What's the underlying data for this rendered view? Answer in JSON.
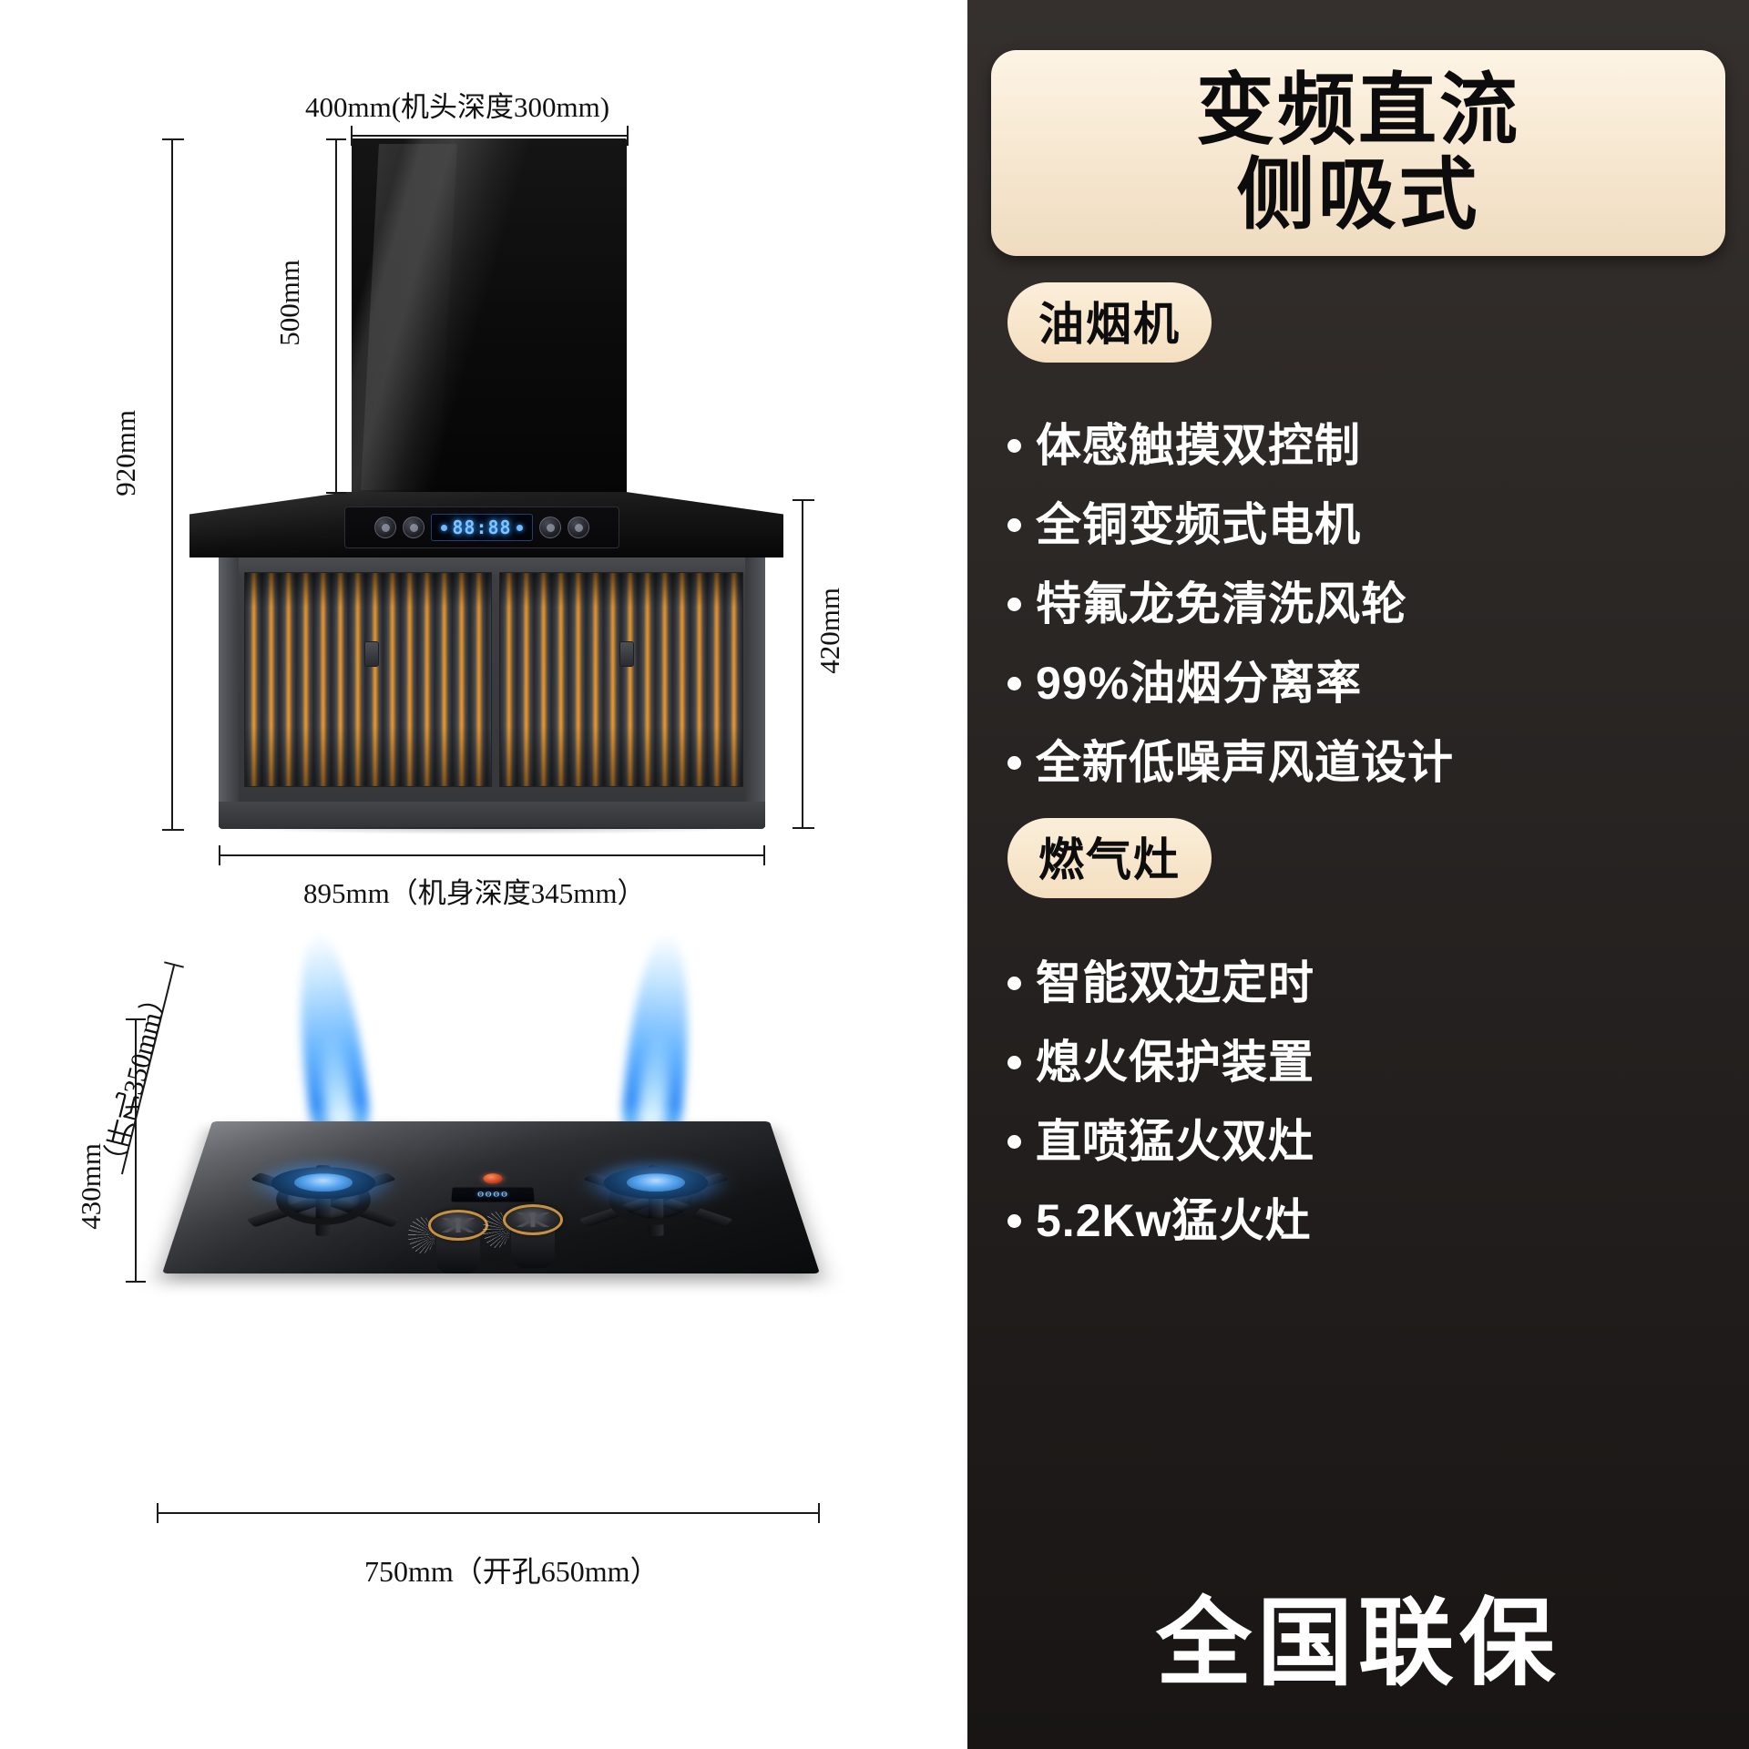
{
  "diagram": {
    "hood": {
      "dim_top_width": "400mm(机头深度300mm)",
      "dim_chimney_height": "500mm",
      "dim_total_height": "920mm",
      "dim_body_height": "420mm",
      "dim_body_width": "895mm（机身深度345mm）",
      "panel_display": "88:88"
    },
    "stove": {
      "dim_depth": "430mm",
      "dim_cutout_depth": "（开孔350mm）",
      "dim_width": "750mm（开孔650mm）",
      "control_display": "0000"
    }
  },
  "spec_panel": {
    "title": {
      "line1": "变频直流",
      "line2": "侧吸式"
    },
    "sections": [
      {
        "pill_label": "油烟机",
        "features": [
          "体感触摸双控制",
          "全铜变频式电机",
          "特氟龙免清洗风轮",
          "99%油烟分离率",
          "全新低噪声风道设计"
        ]
      },
      {
        "pill_label": "燃气灶",
        "features": [
          "智能双边定时",
          "熄火保护装置",
          "直喷猛火双灶",
          "5.2Kw猛火灶"
        ]
      }
    ],
    "footer": "全国联保"
  },
  "colors": {
    "panel_background": "#2c2826",
    "pill_cream": "#f6e6cf",
    "text_white": "#ffffff",
    "filter_copper": "#c9832c",
    "flame_blue": "#3ea2ff"
  }
}
